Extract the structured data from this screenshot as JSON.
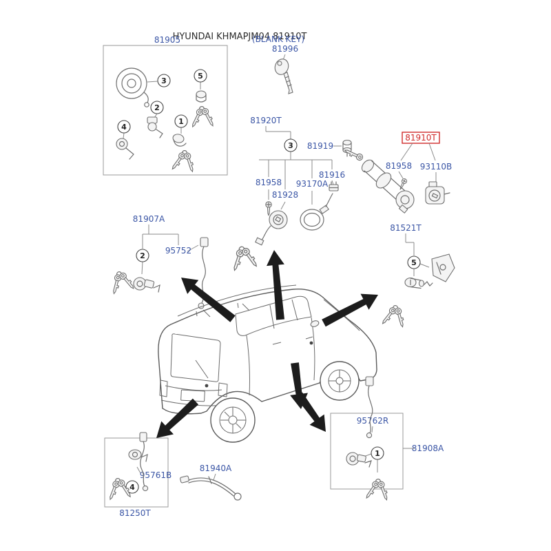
{
  "title": "HYUNDAI KHMAPJM04  81910T",
  "labels": {
    "blank_key": "(BLANK KEY)",
    "key_blank": "81996",
    "lockset_box": "81905",
    "ignition_lock_group": "81920T",
    "ignition_contact": "81919",
    "connector": "81916",
    "screw_left": "81958",
    "immobilizer_antenna": "93170A",
    "ignition_switch": "81928",
    "steering_lock_selected": "81910T",
    "screw_right": "81958",
    "ignition_body_switch": "93110B",
    "glovebox_lock": "81521T",
    "door_lock_left": "81907A",
    "door_cable_left": "95752",
    "tailgate_lock": "81250T",
    "tailgate_cable": "95761B",
    "hood_cable": "81940A",
    "door_cable_right": "95762R",
    "door_lock_right": "81908A"
  },
  "callouts": {
    "c1": "1",
    "c2": "2",
    "c3": "3",
    "c4": "4",
    "c5": "5"
  },
  "colors": {
    "part_label_blue": "#3a55a5",
    "selected_red": "#d02a2a",
    "arrow_black": "#1c1c1c",
    "line_gray": "#6f6f6f"
  }
}
